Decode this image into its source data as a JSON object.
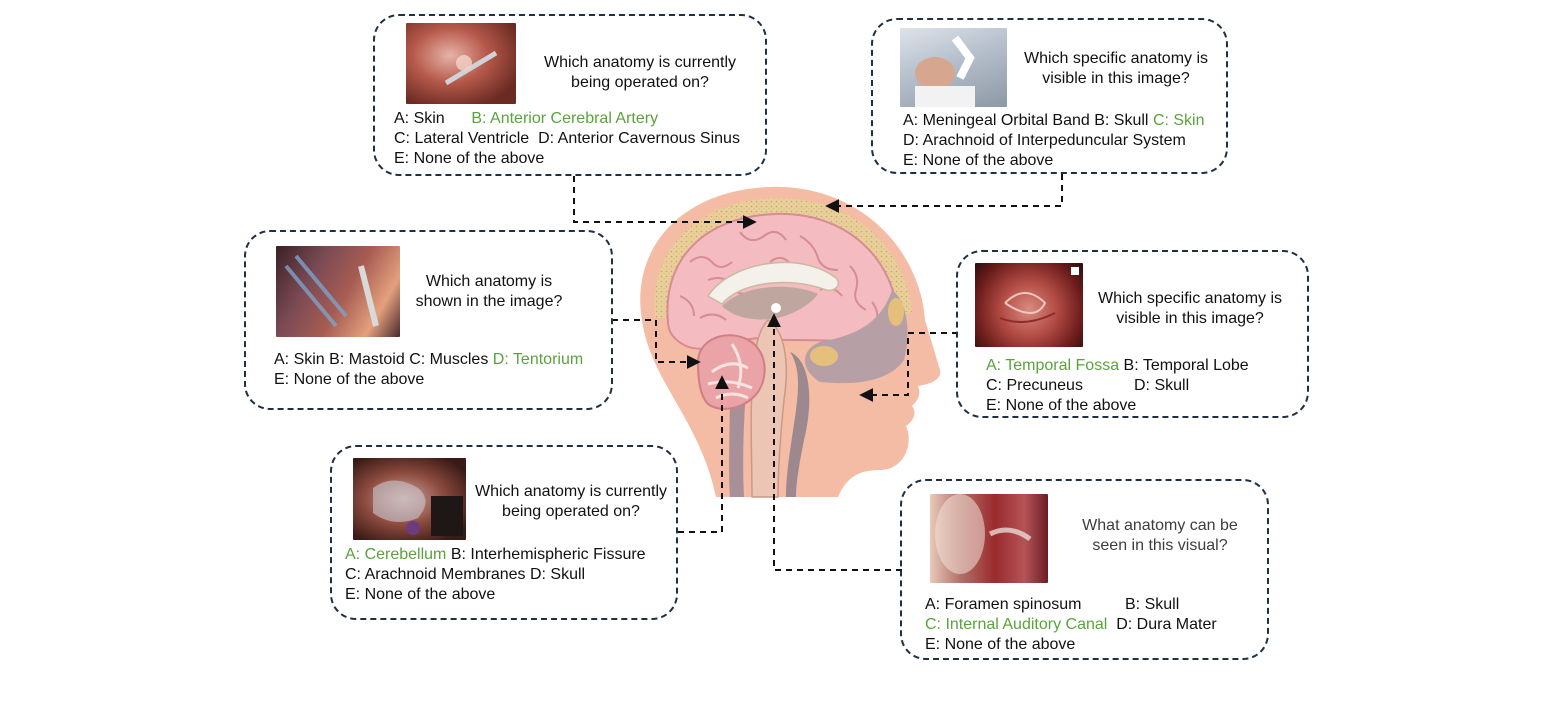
{
  "colors": {
    "correct": "#5aa33c",
    "border": "#1e3044",
    "text": "#111111"
  },
  "icons": {
    "head": "sagittal-head-brain-illustration",
    "arrows": "dashed-connector-arrows"
  },
  "cards": [
    {
      "id": "q1",
      "question": "Which anatomy is currently being operated on?",
      "options": [
        {
          "text": "A: Skin",
          "correct": false
        },
        {
          "text": "B: Anterior Cerebral Artery",
          "correct": true
        },
        {
          "text": "C: Lateral Ventricle",
          "correct": false
        },
        {
          "text": "D: Anterior Cavernous Sinus",
          "correct": false
        },
        {
          "text": "E: None of the above",
          "correct": false
        }
      ]
    },
    {
      "id": "q2",
      "question": "Which specific anatomy is visible in this image?",
      "options": [
        {
          "text": "A: Meningeal Orbital Band",
          "correct": false
        },
        {
          "text": "B: Skull",
          "correct": false
        },
        {
          "text": "C: Skin",
          "correct": true
        },
        {
          "text": "D: Arachnoid of Interpeduncular System",
          "correct": false
        },
        {
          "text": "E: None of the above",
          "correct": false
        }
      ]
    },
    {
      "id": "q3",
      "question": "Which anatomy is shown in the image?",
      "options": [
        {
          "text": "A: Skin",
          "correct": false
        },
        {
          "text": "B: Mastoid",
          "correct": false
        },
        {
          "text": "C: Muscles",
          "correct": false
        },
        {
          "text": "D: Tentorium",
          "correct": true
        },
        {
          "text": "E: None of the above",
          "correct": false
        }
      ]
    },
    {
      "id": "q4",
      "question": "Which specific anatomy is visible in this image?",
      "options": [
        {
          "text": "A: Temporal Fossa",
          "correct": true
        },
        {
          "text": "B: Temporal Lobe",
          "correct": false
        },
        {
          "text": "C: Precuneus",
          "correct": false
        },
        {
          "text": "D: Skull",
          "correct": false
        },
        {
          "text": "E: None of the above",
          "correct": false
        }
      ]
    },
    {
      "id": "q5",
      "question": "Which anatomy is currently being operated on?",
      "options": [
        {
          "text": "A: Cerebellum",
          "correct": true
        },
        {
          "text": "B: Interhemispheric Fissure",
          "correct": false
        },
        {
          "text": "C: Arachnoid Membranes",
          "correct": false
        },
        {
          "text": "D: Skull",
          "correct": false
        },
        {
          "text": "E: None of the above",
          "correct": false
        }
      ]
    },
    {
      "id": "q6",
      "question": "What anatomy can be seen in this visual?",
      "options": [
        {
          "text": "A: Foramen spinosum",
          "correct": false
        },
        {
          "text": "B: Skull",
          "correct": false
        },
        {
          "text": "C: Internal Auditory Canal",
          "correct": true
        },
        {
          "text": "D: Dura Mater",
          "correct": false
        },
        {
          "text": "E: None of the above",
          "correct": false
        }
      ]
    }
  ]
}
